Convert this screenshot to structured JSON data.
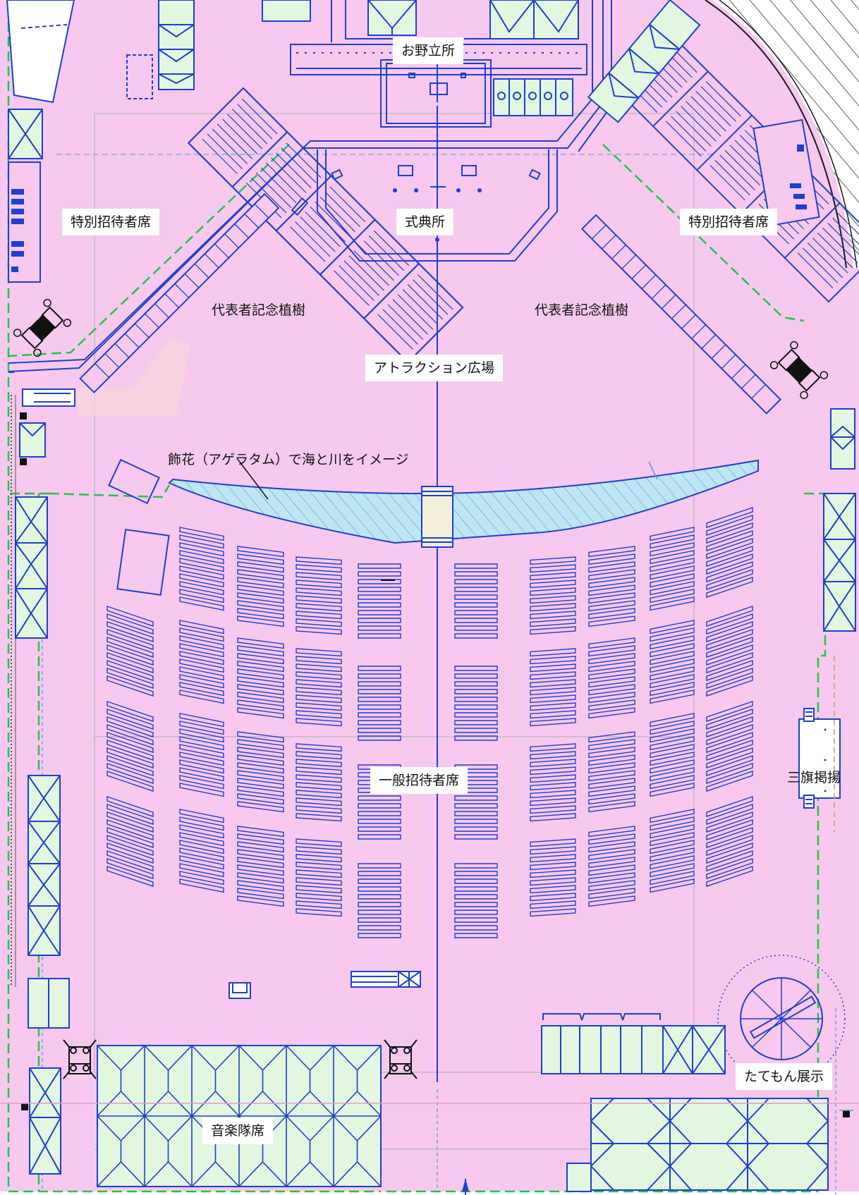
{
  "colors": {
    "ground": "#f7c9ee",
    "line": "#1f3fd0",
    "tent_fill": "#e2f6e0",
    "boundary": "#22c44a",
    "water": "#bfe6f4",
    "label_bg": "#ffffff"
  },
  "labels": {
    "onodate": "お野立所",
    "shikiten": "式典所",
    "tokubetsu_left": "特別招待者席",
    "tokubetsu_right": "特別招待者席",
    "kinen_left": "代表者記念植樹",
    "kinen_right": "代表者記念植樹",
    "attraction": "アトラクション広場",
    "kazahana": "飾花（アゲラタム）で海と川をイメージ",
    "ippan": "一般招待者席",
    "sanki": "三旗掲揚",
    "ongaku": "音楽隊席",
    "tatemon": "たてもん展示"
  }
}
